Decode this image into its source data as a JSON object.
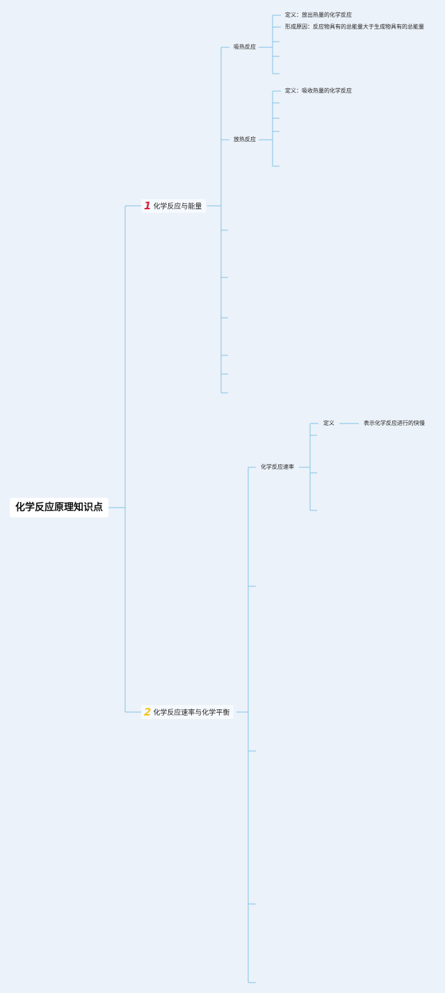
{
  "root": {
    "title": "化学反应原理知识点"
  },
  "branch1": {
    "number": "1",
    "number_color": "#d7263d",
    "title": "化学反应与能量",
    "endothermic": {
      "label": "吸热反应",
      "definition": "定义：放出热量的化学反应",
      "cause": "形成原因：反应物具有的总能量大于生成物具有的总能量"
    },
    "exothermic": {
      "label": "放热反应",
      "definition": "定义：吸收热量的化学反应"
    }
  },
  "branch2": {
    "number": "2",
    "number_color": "#f5c518",
    "title": "化学反应速率与化学平衡",
    "rate": {
      "label": "化学反应速率",
      "definition_label": "定义",
      "definition_value": "表示化学反应进行的快慢"
    }
  },
  "colors": {
    "line": "#7ec3e6",
    "background": "#ecf2f9"
  }
}
